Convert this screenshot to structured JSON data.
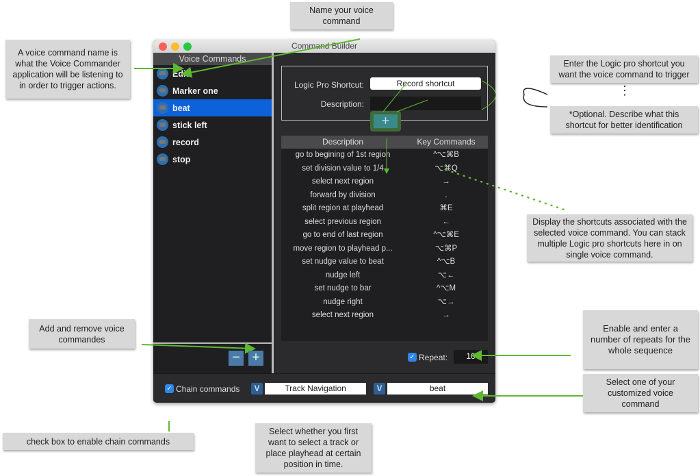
{
  "window": {
    "title": "Command Builder"
  },
  "sidebar": {
    "header": "Voice Commands",
    "items": [
      {
        "label": "Edit"
      },
      {
        "label": "Marker one"
      },
      {
        "label": "beat",
        "selected": true
      },
      {
        "label": "stick left"
      },
      {
        "label": "record"
      },
      {
        "label": "stop"
      }
    ],
    "remove_label": "−",
    "add_label": "+"
  },
  "form": {
    "shortcut_label": "Logic Pro Shortcut:",
    "shortcut_button": "Record shortcut",
    "description_label": "Description:",
    "description_value": "",
    "add_label": "+"
  },
  "table": {
    "headers": [
      "Description",
      "Key Commands"
    ],
    "rows": [
      [
        "go to begining of 1st region",
        "^⌥⌘B"
      ],
      [
        "set division value to 1/4",
        "⌥⌘Q"
      ],
      [
        "select next region",
        "→"
      ],
      [
        "forward by division",
        "."
      ],
      [
        "split region at playhead",
        "⌘E"
      ],
      [
        "select previous region",
        "←"
      ],
      [
        "go to end of last region",
        "^⌥⌘E"
      ],
      [
        "move region to playhead p...",
        "⌥⌘P"
      ],
      [
        "set nudge value to beat",
        "^⌥B"
      ],
      [
        "nudge left",
        "⌥←"
      ],
      [
        "set nudge to bar",
        "^⌥M"
      ],
      [
        "nudge right",
        "⌥→"
      ],
      [
        "select next region",
        "→"
      ]
    ]
  },
  "repeat": {
    "label": "Repeat:",
    "checked": true,
    "value": "10"
  },
  "chain": {
    "label": "Chain commands",
    "checked": true,
    "dropdown1": "Track Navigation",
    "dropdown2": "beat",
    "dropdown_icon": "V"
  },
  "callouts": {
    "name": "Name your voice command",
    "voice_name": "A voice command name is what the Voice Commander application will be listening to in order  to  trigger actions.",
    "shortcut": "Enter the Logic pro shortcut you want the voice command to trigger",
    "dots": "⋮",
    "optional": "*Optional. Describe what this shortcut for better identification",
    "display": "Display the shortcuts associated with the selected voice command. You can stack multiple Logic pro shortcuts here in on single voice command.",
    "addremove": "Add and remove voice commandes",
    "repeats": "Enable and enter a number of repeats for the whole sequence",
    "selectone": "Select one of your customized voice command",
    "chainbox": "check box to enable chain commands",
    "selectwhether": "Select whether you first want to select a track or place playhead at certain position in time."
  },
  "colors": {
    "arrow": "#5fb832",
    "selection": "#0d62d9",
    "callout_bg": "#d8d8d8"
  }
}
